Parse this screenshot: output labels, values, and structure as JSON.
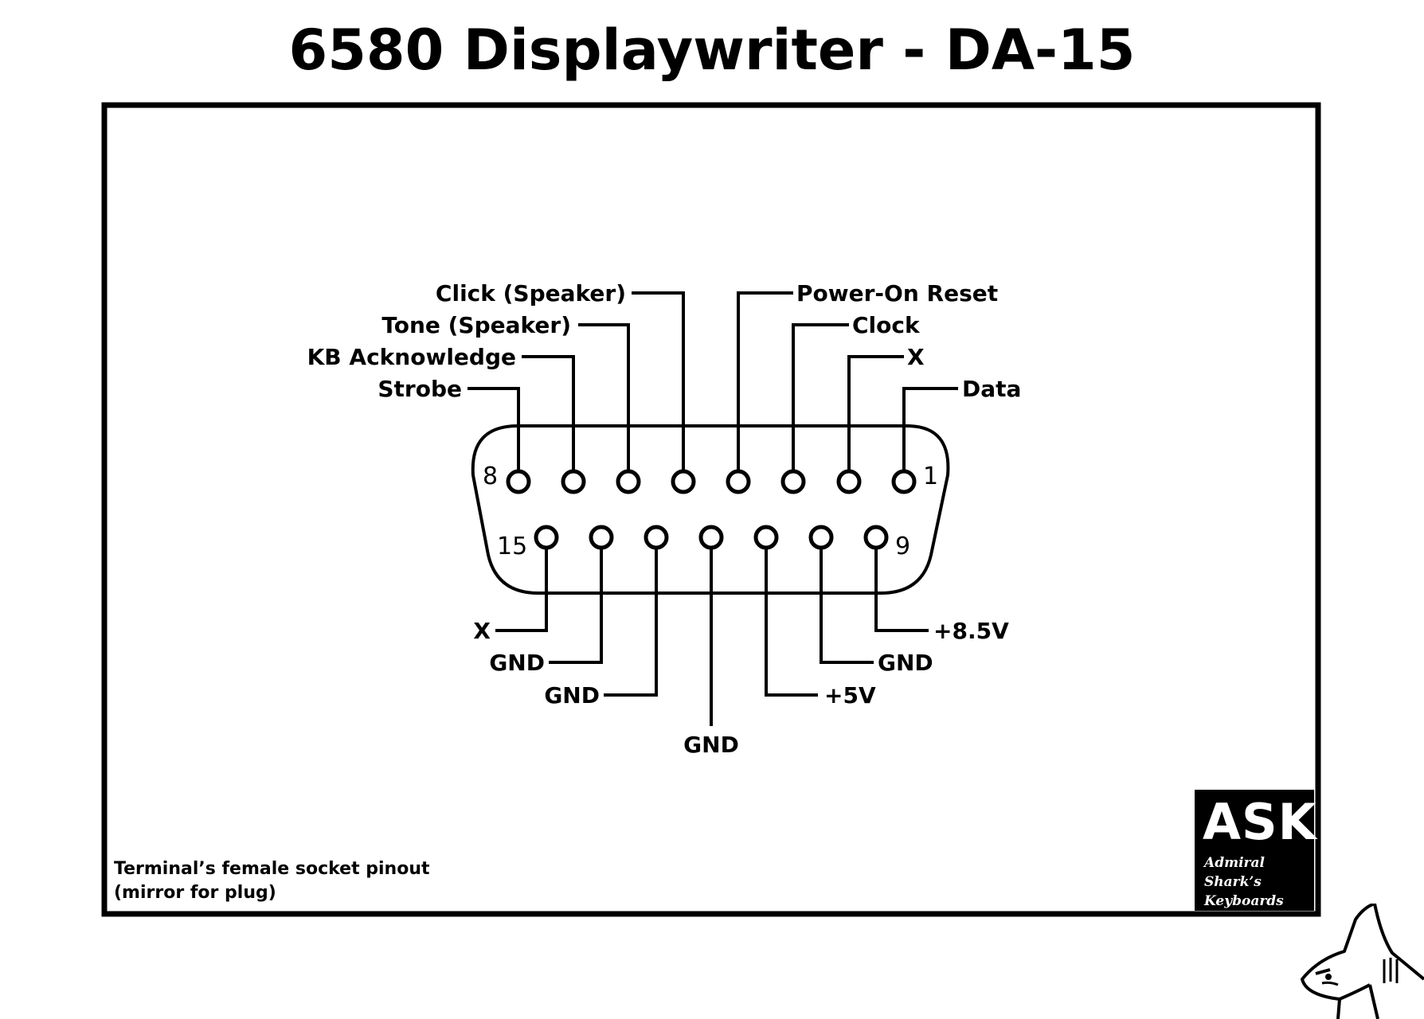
{
  "title": "6580 Displaywriter - DA-15",
  "connector": {
    "pin_numbers": {
      "top_left": "8",
      "top_right": "1",
      "bottom_left": "15",
      "bottom_right": "9"
    },
    "top_labels": [
      "Click (Speaker)",
      "Tone (Speaker)",
      "KB Acknowledge",
      "Strobe",
      "Power-On Reset",
      "Clock",
      "X",
      "Data"
    ],
    "bottom_labels": [
      "X",
      "GND",
      "GND",
      "GND",
      "+5V",
      "GND",
      "+8.5V"
    ]
  },
  "caption": {
    "line1": "Terminal’s female socket pinout",
    "line2": "(mirror for plug)"
  },
  "logo": {
    "mark": "ASK",
    "line1": "Admiral",
    "line2": "Shark’s",
    "line3": "Keyboards"
  },
  "colors": {
    "ink": "#000000",
    "paper": "#ffffff"
  },
  "icons": {
    "mascot": "shark-mascot-icon"
  }
}
